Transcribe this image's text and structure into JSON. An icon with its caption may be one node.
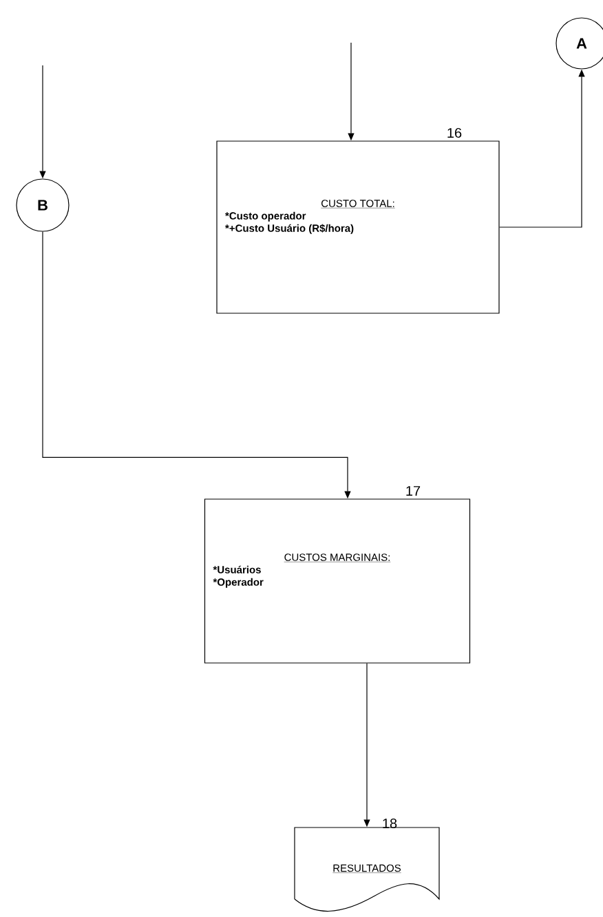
{
  "diagram": {
    "nodes": [
      {
        "text": [
          "A"
        ]
      },
      {
        "text": [
          "CUSTO TOTAL:",
          "*Custo operador",
          "*+Custo Usuário (R$/hora)"
        ],
        "beside": [
          "16"
        ]
      },
      {
        "text": [
          "B"
        ]
      },
      {
        "text": [
          "CUSTOS MARGINAIS:",
          "*Usuários",
          "*Operador"
        ],
        "beside": [
          "17"
        ]
      },
      {
        "text": [
          "RESULTADOS"
        ],
        "beside": [
          "18"
        ]
      }
    ],
    "edges": [
      {
        "from": null,
        "to": 1,
        "arrow": "to"
      },
      {
        "from": 1,
        "to": 0,
        "arrow": "to"
      },
      {
        "from": null,
        "to": 2,
        "arrow": "to"
      },
      {
        "from": 2,
        "to": 3,
        "arrow": "to"
      },
      {
        "from": 3,
        "to": 4,
        "arrow": "to"
      }
    ]
  }
}
